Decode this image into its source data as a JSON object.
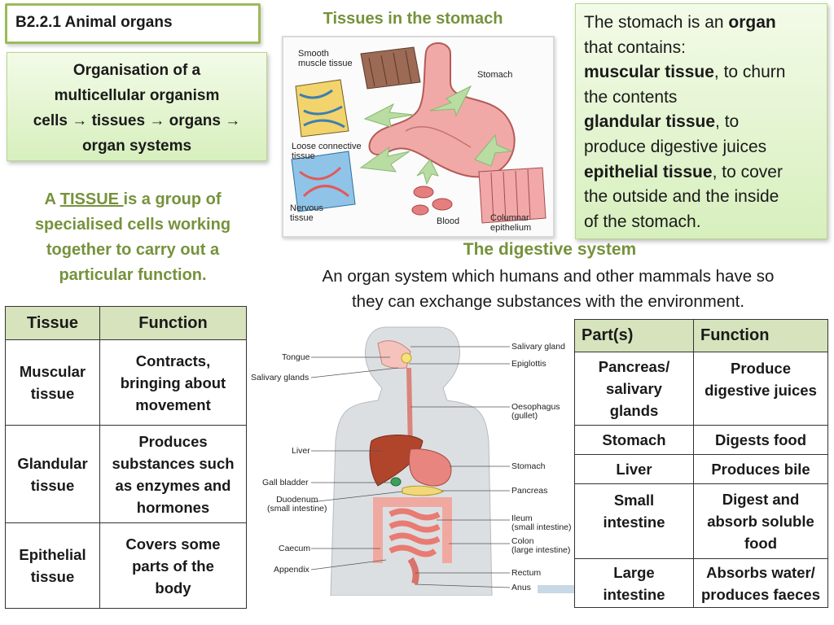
{
  "header": {
    "title": "B2.2.1 Animal organs"
  },
  "organisation": {
    "line1": "Organisation of a",
    "line2": "multicellular organism",
    "flow": [
      "cells",
      "tissues",
      "organs"
    ],
    "arrow": "→",
    "line4": "organ systems"
  },
  "tissue_definition": {
    "prefix": "A ",
    "term": "TISSUE ",
    "rest1": "is a group of",
    "line2": "specialised cells working",
    "line3": "together to carry out a",
    "line4": "particular function."
  },
  "stomach_figure": {
    "title": "Tissues in the stomach",
    "labels": {
      "smooth_muscle": [
        "Smooth",
        "muscle tissue"
      ],
      "stomach": "Stomach",
      "loose_connective": [
        "Loose connective",
        "tissue"
      ],
      "nervous": [
        "Nervous",
        "tissue"
      ],
      "blood": "Blood",
      "columnar": [
        "Columnar",
        "epithelium"
      ]
    }
  },
  "stomach_note": {
    "l1a": "The stomach is an ",
    "l1b": "organ",
    "l2": "that contains:",
    "l3a": "muscular tissue",
    "l3b": ", to churn",
    "l4": "the contents",
    "l5a": "glandular tissue",
    "l5b": ", to",
    "l6": "produce digestive juices",
    "l7a": "epithelial tissue",
    "l7b": ", to cover",
    "l8": "the outside and the inside",
    "l9": "of the stomach."
  },
  "digestive_system": {
    "title": "The digestive system",
    "line1": "An organ system which humans and other mammals have so",
    "line2": "they can exchange substances with the environment."
  },
  "tissue_table": {
    "headers": [
      "Tissue",
      "Function"
    ],
    "rows": [
      {
        "tissue": [
          "Muscular",
          "tissue"
        ],
        "function": [
          "Contracts,",
          "bringing about",
          "movement"
        ]
      },
      {
        "tissue": [
          "Glandular",
          "tissue"
        ],
        "function": [
          "Produces",
          "substances such",
          "as enzymes and",
          "hormones"
        ]
      },
      {
        "tissue": [
          "Epithelial",
          "tissue"
        ],
        "function": [
          "Covers some",
          "parts of the",
          "body"
        ]
      }
    ]
  },
  "body_labels": {
    "tongue": "Tongue",
    "salivary_glands": "Salivary glands",
    "liver": "Liver",
    "gall_bladder": "Gall bladder",
    "duodenum": [
      "Duodenum",
      "(small intestine)"
    ],
    "caecum": "Caecum",
    "appendix": "Appendix",
    "salivary_gland": "Salivary gland",
    "epiglottis": "Epiglottis",
    "oesophagus": [
      "Oesophagus",
      "(gullet)"
    ],
    "stomach": "Stomach",
    "pancreas": "Pancreas",
    "ileum": [
      "Ileum",
      "(small intestine)"
    ],
    "colon": [
      "Colon",
      "(large intestine)"
    ],
    "rectum": "Rectum",
    "anus": "Anus"
  },
  "parts_table": {
    "headers": [
      "Part(s)",
      "Function"
    ],
    "rows": [
      {
        "part": [
          "Pancreas/",
          "salivary",
          "glands"
        ],
        "function": [
          "Produce",
          "digestive juices"
        ]
      },
      {
        "part": [
          "Stomach"
        ],
        "function": [
          "Digests food"
        ]
      },
      {
        "part": [
          "Liver"
        ],
        "function": [
          "Produces bile"
        ]
      },
      {
        "part": [
          "Small",
          "intestine"
        ],
        "function": [
          "Digest and",
          "absorb soluble",
          "food"
        ]
      },
      {
        "part": [
          "Large",
          "intestine"
        ],
        "function": [
          "Absorbs water/",
          "produces faeces"
        ]
      }
    ]
  },
  "colors": {
    "accent_green": "#76923c",
    "table_header": "#d6e3bc",
    "box_green": "#d7efbd"
  }
}
